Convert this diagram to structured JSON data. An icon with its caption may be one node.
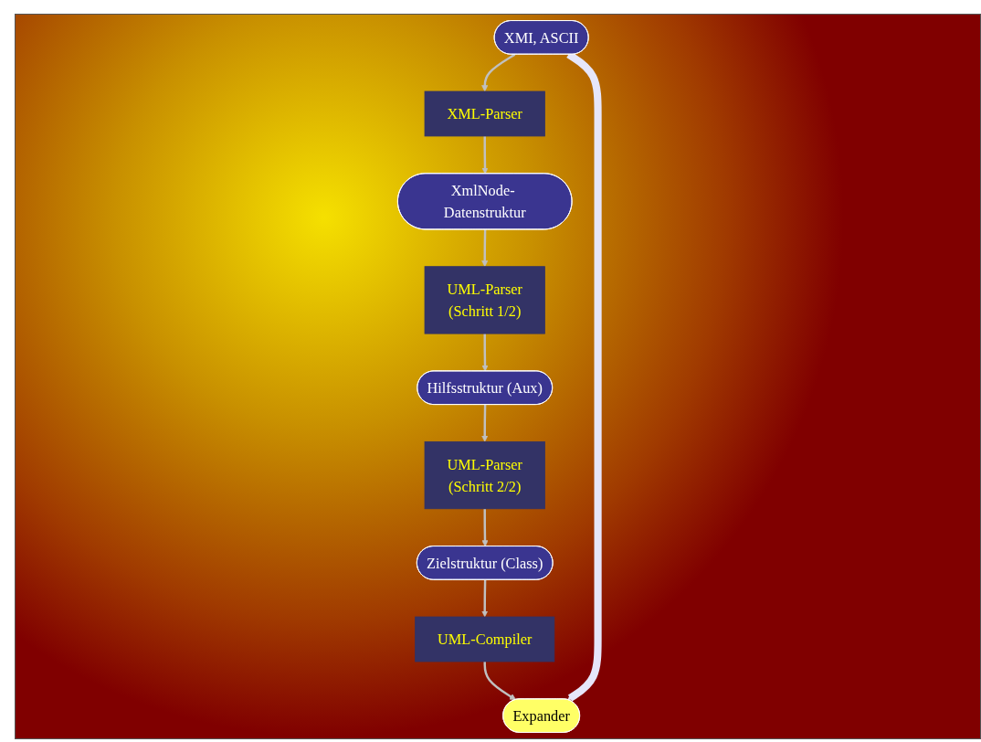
{
  "diagram": {
    "nodes": [
      {
        "text": [
          "XMI, ASCII"
        ]
      },
      {
        "text": [
          "XML-Parser"
        ]
      },
      {
        "text": [
          "XmlNode- Datenstruktur"
        ]
      },
      {
        "text": [
          "UML-Parser",
          "(Schritt 1/2)"
        ]
      },
      {
        "text": [
          "Hilfsstruktur (Aux)"
        ]
      },
      {
        "text": [
          "UML-Parser",
          "(Schritt 2/2)"
        ]
      },
      {
        "text": [
          "Zielstruktur (Class)"
        ]
      },
      {
        "text": [
          "UML-Compiler"
        ]
      },
      {
        "text": [
          "Expander"
        ]
      }
    ],
    "edges": [
      {
        "from": 0,
        "to": 1,
        "arrow": "to"
      },
      {
        "from": 1,
        "to": 2,
        "arrow": "to"
      },
      {
        "from": 2,
        "to": 3,
        "arrow": "to"
      },
      {
        "from": 3,
        "to": 4,
        "arrow": "to"
      },
      {
        "from": 4,
        "to": 5,
        "arrow": "to"
      },
      {
        "from": 5,
        "to": 6,
        "arrow": "to"
      },
      {
        "from": 6,
        "to": 7,
        "arrow": "to"
      },
      {
        "from": 7,
        "to": 8,
        "arrow": "to"
      },
      {
        "from": 0,
        "to": 8,
        "arrow": "to",
        "style": "thick",
        "color": "#e6e6fa"
      }
    ]
  }
}
